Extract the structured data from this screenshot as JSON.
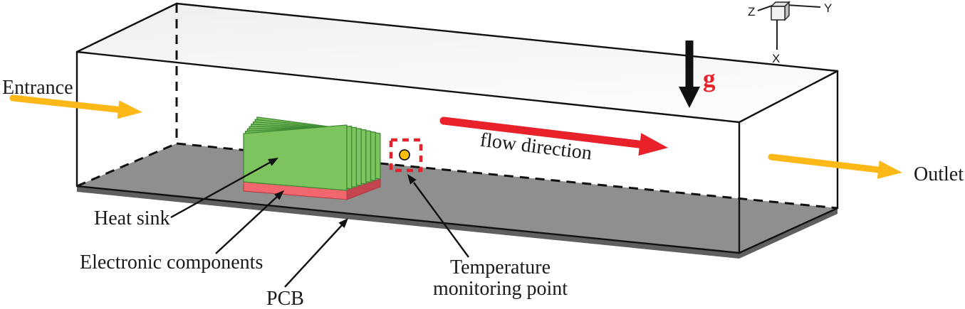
{
  "figure": {
    "labels": {
      "entrance": "Entrance",
      "outlet": "Outlet",
      "flow_direction": "flow direction",
      "gravity": "g",
      "heat_sink": "Heat sink",
      "electronic_components": "Electronic components",
      "pcb": "PCB",
      "temperature_line1": "Temperature",
      "temperature_line2": "monitoring point"
    },
    "axes": {
      "x": "X",
      "y": "Y",
      "z": "Z"
    },
    "colors": {
      "flow_arrow_red": "#e8212b",
      "entrance_outlet_arrow_yellow": "#fbb817",
      "gravity_text_red": "#e8212b",
      "heat_sink_green": "#7dc45f",
      "heat_sink_edge_green": "#3f8a33",
      "component_base_red": "#f2666e",
      "component_base_side_red": "#c4454f",
      "pcb_gray": "#8f8f8f",
      "pcb_edge_gray": "#5f5f5f",
      "monitor_box_red": "#e8212b",
      "monitor_dot_yellow": "#fcc011",
      "channel_top_face": "#f5f5f5",
      "line_black": "#111111"
    }
  }
}
